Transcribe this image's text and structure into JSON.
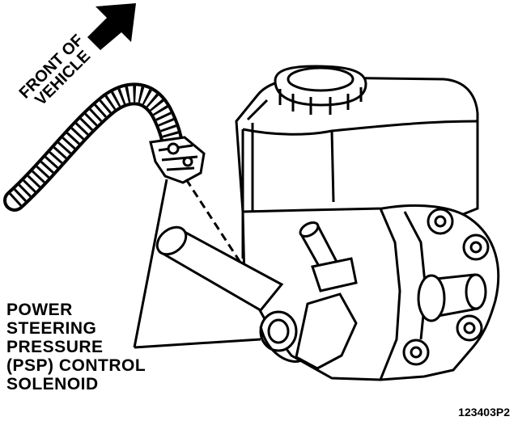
{
  "direction_label": {
    "line1": "FRONT OF",
    "line2": "VEHICLE"
  },
  "callout": {
    "line1": "POWER",
    "line2": "STEERING",
    "line3": "PRESSURE",
    "line4": "(PSP) CONTROL",
    "line5": "SOLENOID"
  },
  "figure_id": "123403P2",
  "colors": {
    "ink": "#000000",
    "paper": "#ffffff"
  },
  "icons": {
    "direction": "arrow-up-right-icon"
  }
}
